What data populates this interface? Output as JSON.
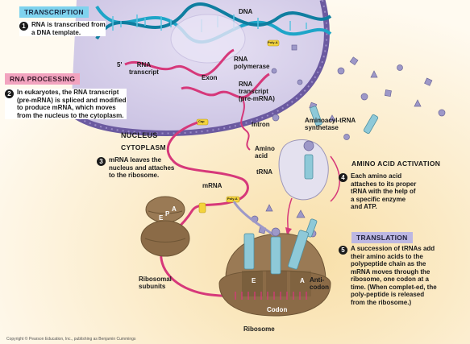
{
  "sections": {
    "transcription": "TRANSCRIPTION",
    "rna_processing": "RNA PROCESSING",
    "nucleus": "NUCLEUS",
    "cytoplasm": "CYTOPLASM",
    "amino_acid_activation": "AMINO ACID ACTIVATION",
    "translation": "TRANSLATION"
  },
  "steps": [
    {
      "num": "1",
      "lines": [
        "RNA is transcribed from",
        "a DNA template."
      ]
    },
    {
      "num": "2",
      "lines": [
        "In eukaryotes, the RNA transcript",
        "(pre-mRNA) is spliced and modified",
        "to produce mRNA, which moves",
        "from the nucleus to the cytoplasm."
      ]
    },
    {
      "num": "3",
      "lines": [
        "mRNA leaves the",
        "nucleus and attaches",
        "to the ribosome."
      ]
    },
    {
      "num": "4",
      "lines": [
        "Each amino acid",
        "attaches to its proper",
        "tRNA with the help of",
        "a specific enzyme",
        "and ATP."
      ]
    },
    {
      "num": "5",
      "lines": [
        "A succession of tRNAs add",
        "their amino acids to the",
        "polypeptide chain as the",
        "mRNA moves through the",
        "ribosome, one codon at a",
        "time. (When complet-ed, the",
        "poly-peptide is released",
        "from the ribosome.)"
      ]
    }
  ],
  "labels": {
    "dna": "DNA",
    "rna_transcript": [
      "RNA",
      "transcript"
    ],
    "five_prime": "5'",
    "exon": "Exon",
    "rna_polymerase": [
      "RNA",
      "polymerase"
    ],
    "rna_transcript_pre": [
      "RNA",
      "transcript",
      "(pre-mRNA)"
    ],
    "intron": "Intron",
    "aminoacyl_trna_synthetase": [
      "Aminoacyl-tRNA",
      "synthetase"
    ],
    "amino_acid": [
      "Amino",
      "acid"
    ],
    "trna": "tRNA",
    "mrna": "mRNA",
    "ribosomal_subunits": [
      "Ribosomal",
      "subunits"
    ],
    "site_e": "E",
    "site_p": "P",
    "site_a": "A",
    "anticodon": [
      "Anti-",
      "codon"
    ],
    "codon": "Codon",
    "ribosome": "Ribosome",
    "poly_a": "Poly-A",
    "cap": "Cap"
  },
  "copyright": "Copyright © Pearson Education, Inc., publishing as Benjamin Cummings",
  "colors": {
    "nucleus": "#d4cdea",
    "envelope": "#6b5aa0",
    "rna": "#d6387a",
    "dna": "#1ea5c8",
    "ribosome": "#9a7a55",
    "trna": "#8ec9d8",
    "amino_acid": "#9d98c8",
    "cytoplasm": "#fbeed2"
  }
}
